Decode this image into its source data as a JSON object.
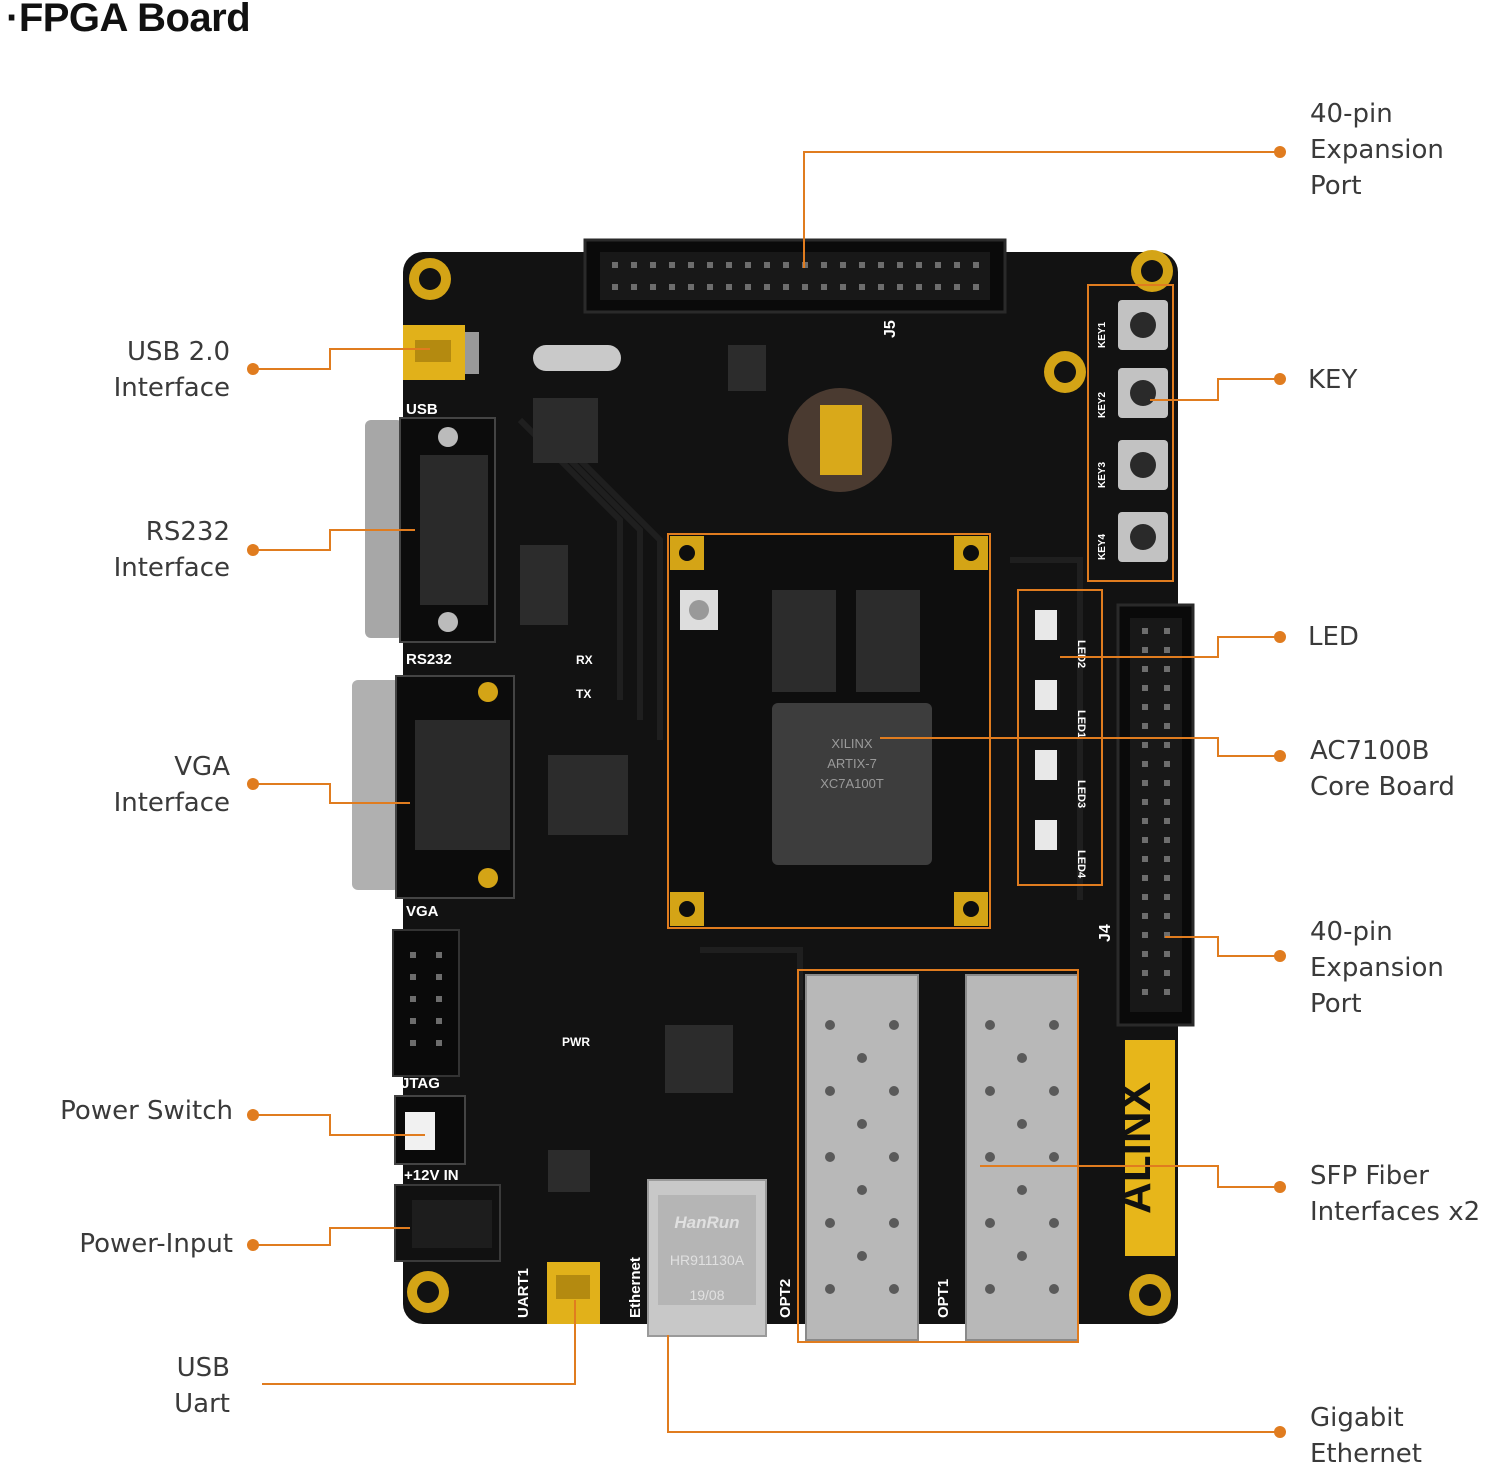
{
  "title": "·FPGA Board",
  "accent_color": "#e07c1f",
  "labels": {
    "expansion_top": "40-pin\nExpansion\nPort",
    "key": "KEY",
    "led": "LED",
    "core_board": "AC7100B\nCore Board",
    "expansion_right": "40-pin\nExpansion\nPort",
    "sfp": "SFP Fiber\nInterfaces x2",
    "gigabit": "Gigabit\nEthernet",
    "usb2": "USB 2.0\nInterface",
    "rs232": "RS232\nInterface",
    "vga": "VGA\nInterface",
    "power_switch": "Power Switch",
    "power_input": "Power-Input",
    "usb_uart": "USB\nUart"
  },
  "silk": {
    "usb": "USB",
    "rs232": "RS232",
    "vga": "VGA",
    "jtag": "JTAG",
    "power_in": "+12V IN",
    "uart": "UART1",
    "ethernet": "Ethernet",
    "opt2": "OPT2",
    "opt1": "OPT1",
    "brand": "ALINX",
    "j5": "J5",
    "j4": "J4",
    "pwr": "PWR",
    "tx": "TX",
    "rx": "RX",
    "key1": "KEY1",
    "key2": "KEY2",
    "key3": "KEY3",
    "key4": "KEY4",
    "led1": "LED1",
    "led2": "LED2",
    "led3": "LED3",
    "led4": "LED4",
    "chip_line1": "XILINX",
    "chip_line2": "ARTIX-7",
    "chip_line3": "XC7A100T",
    "eth_brand": "HanRun",
    "eth_model": "HR911130A",
    "eth_date": "19/08"
  }
}
